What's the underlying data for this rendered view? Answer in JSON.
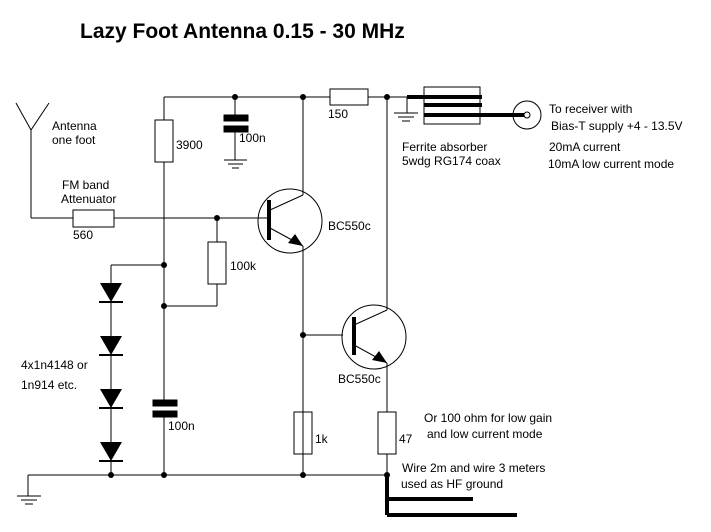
{
  "title": "Lazy Foot Antenna 0.15 - 30 MHz",
  "labels": {
    "antenna": [
      "Antenna",
      "one foot"
    ],
    "fm_band": [
      "FM band",
      "Attenuator"
    ],
    "r_attenuator": "560",
    "r_bias_top": "3900",
    "c_decoupling_top": "100n",
    "r_collector": "150",
    "ferrite": [
      "Ferrite absorber",
      "5wdg RG174 coax"
    ],
    "receiver": [
      "To receiver with",
      "Bias-T supply +4 - 13.5V"
    ],
    "current": [
      "20mA current",
      "10mA low current mode"
    ],
    "q1": "BC550c",
    "r_feedback": "100k",
    "q2": "BC550c",
    "diodes": [
      "4x1n4148 or",
      "1n914 etc."
    ],
    "c_bias": "100n",
    "r_emitter1": "1k",
    "r_emitter2": "47",
    "r_emitter2_note": [
      "Or 100 ohm for low gain",
      "and low current mode"
    ],
    "hf_ground": [
      "Wire 2m  and wire 3 meters",
      "used as HF ground"
    ]
  },
  "colors": {
    "ink": "#000000",
    "background": "#ffffff"
  }
}
